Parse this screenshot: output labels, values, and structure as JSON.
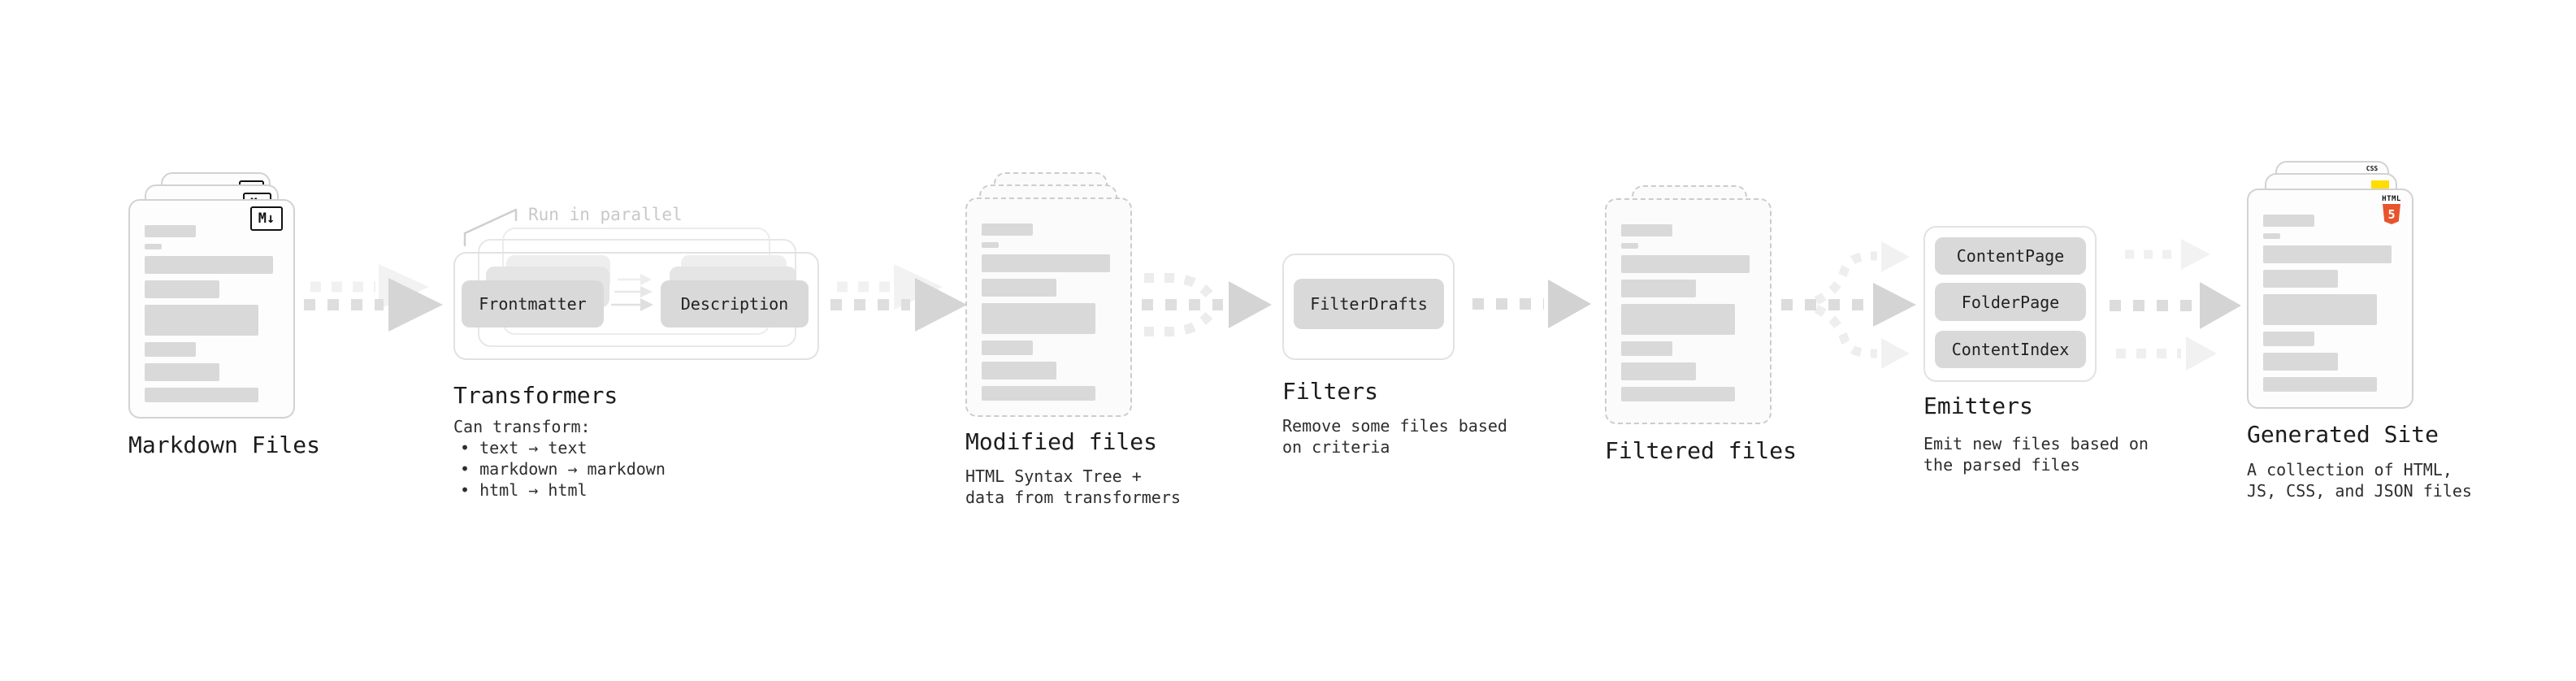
{
  "nodes": {
    "markdown_files": {
      "label": "Markdown Files",
      "badge": "M↓"
    },
    "transformers": {
      "label": "Transformers",
      "note": "Run in parallel",
      "transformer_1": "Frontmatter",
      "transformer_2": "Description",
      "desc_title": "Can transform:",
      "bullets": [
        "• text → text",
        "• markdown → markdown",
        "• html → html"
      ]
    },
    "modified_files": {
      "label": "Modified files",
      "desc": [
        "HTML Syntax Tree +",
        "data from transformers"
      ]
    },
    "filters": {
      "label": "Filters",
      "filter_1": "FilterDrafts",
      "desc": [
        "Remove some files based",
        "on criteria"
      ]
    },
    "filtered_files": {
      "label": "Filtered files"
    },
    "emitters": {
      "label": "Emitters",
      "emitter_names": [
        "ContentPage",
        "FolderPage",
        "ContentIndex"
      ],
      "desc": [
        "Emit new files based on",
        "the parsed files"
      ]
    },
    "generated_site": {
      "label": "Generated Site",
      "desc": [
        "A collection of HTML,",
        "JS, CSS, and JSON files"
      ],
      "html5_wordmark": "HTML",
      "html5_number": "5",
      "css_wordmark": "CSS"
    }
  },
  "colors": {
    "markdown_badge": "#111111",
    "html5_orange": "#e8542c",
    "js_yellow": "#ffdd00",
    "css_blue": "#2962ff",
    "arrow_gray": "#dedede",
    "arrow_ghost_gray": "#f0f0f0",
    "placeholder_bar_gray": "#d9d9d9"
  }
}
